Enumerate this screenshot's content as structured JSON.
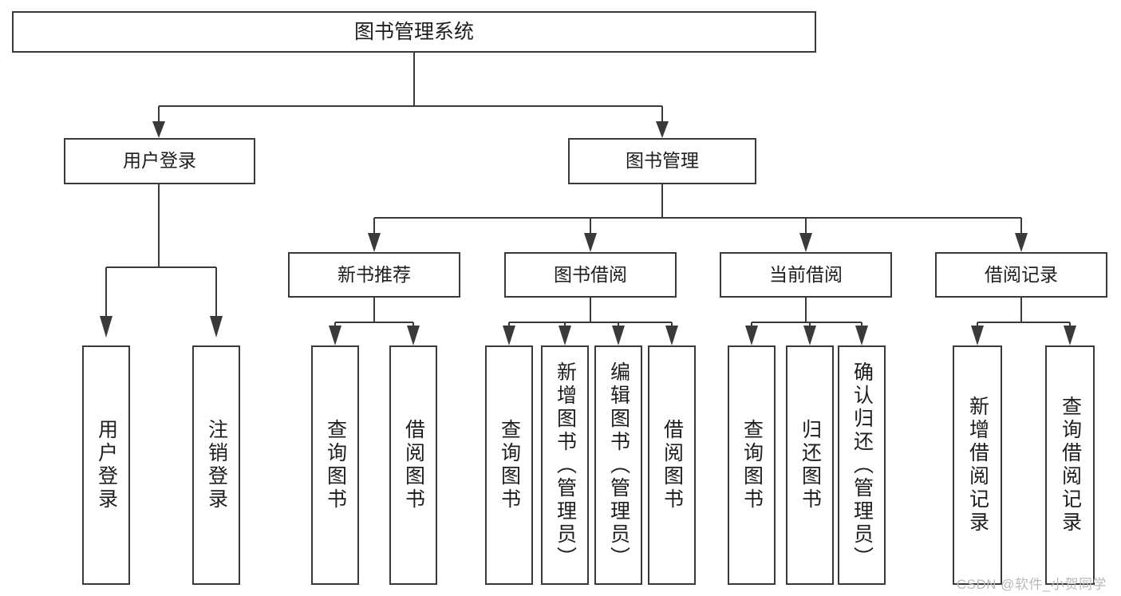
{
  "diagram": {
    "type": "tree",
    "title": "图书管理系统",
    "background_color": "#ffffff",
    "line_color": "#3a3a3a",
    "box_fill": "#ffffff",
    "text_color": "#1d1d1d"
  },
  "root": {
    "label": "图书管理系统"
  },
  "level2": [
    {
      "label": "用户登录"
    },
    {
      "label": "图书管理"
    }
  ],
  "level3": [
    {
      "label": "新书推荐"
    },
    {
      "label": "图书借阅"
    },
    {
      "label": "当前借阅"
    },
    {
      "label": "借阅记录"
    }
  ],
  "leaves": {
    "user_login": [
      {
        "label": "用户登录"
      },
      {
        "label": "注销登录"
      }
    ],
    "new_book": [
      {
        "label": "查询图书"
      },
      {
        "label": "借阅图书"
      }
    ],
    "book_borrow": [
      {
        "label": "查询图书"
      },
      {
        "label": "新增图书（管理员）"
      },
      {
        "label": "编辑图书（管理员）"
      },
      {
        "label": "借阅图书"
      }
    ],
    "current_borrow": [
      {
        "label": "查询图书"
      },
      {
        "label": "归还图书"
      },
      {
        "label": "确认归还（管理员）"
      }
    ],
    "borrow_record": [
      {
        "label": "新增借阅记录"
      },
      {
        "label": "查询借阅记录"
      }
    ]
  },
  "watermark": {
    "text": "CSDN @软件_小贺同学"
  }
}
